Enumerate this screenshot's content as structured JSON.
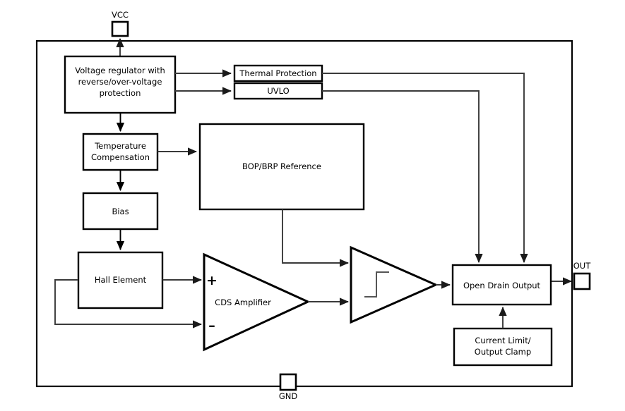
{
  "diagram": {
    "title": "Hall-effect switch functional block diagram",
    "accent_color": "#000000",
    "wire_color": "#3a3a3a",
    "background": "#ffffff",
    "pins": [
      {
        "name": "vcc",
        "label": "VCC",
        "position": "top"
      },
      {
        "name": "out",
        "label": "OUT",
        "position": "right"
      },
      {
        "name": "gnd",
        "label": "GND",
        "position": "bottom"
      }
    ],
    "blocks": [
      {
        "name": "voltage-regulator",
        "lines": [
          "Voltage regulator with",
          "reverse/over-voltage",
          "protection"
        ]
      },
      {
        "name": "thermal-protection",
        "lines": [
          "Thermal Protection"
        ]
      },
      {
        "name": "uvlo",
        "lines": [
          "UVLO"
        ]
      },
      {
        "name": "temperature-compensation",
        "lines": [
          "Temperature",
          "Compensation"
        ]
      },
      {
        "name": "bop-brp-reference",
        "lines": [
          "BOP/BRP Reference"
        ]
      },
      {
        "name": "bias",
        "lines": [
          "Bias"
        ]
      },
      {
        "name": "hall-element",
        "lines": [
          "Hall Element"
        ]
      },
      {
        "name": "cds-amplifier",
        "lines": [
          "CDS Amplifier"
        ]
      },
      {
        "name": "schmitt-trigger",
        "lines": [
          ""
        ]
      },
      {
        "name": "open-drain-output",
        "lines": [
          "Open Drain Output"
        ]
      },
      {
        "name": "current-limit-output-clamp",
        "lines": [
          "Current Limit/",
          "Output Clamp"
        ]
      }
    ],
    "amp_signs": {
      "plus": "+",
      "minus": "–"
    },
    "text": {
      "voltage_regulator_l1": "Voltage regulator with",
      "voltage_regulator_l2": "reverse/over-voltage",
      "voltage_regulator_l3": "protection",
      "thermal_protection": "Thermal Protection",
      "uvlo": "UVLO",
      "temp_comp_l1": "Temperature",
      "temp_comp_l2": "Compensation",
      "bop_brp_reference": "BOP/BRP Reference",
      "bias": "Bias",
      "hall_element": "Hall Element",
      "cds_amplifier": "CDS Amplifier",
      "open_drain_output": "Open Drain Output",
      "current_limit_l1": "Current Limit/",
      "current_limit_l2": "Output Clamp",
      "vcc_pin": "VCC",
      "out_pin": "OUT",
      "gnd_pin": "GND",
      "plus_sign": "+",
      "minus_sign": "–"
    }
  }
}
